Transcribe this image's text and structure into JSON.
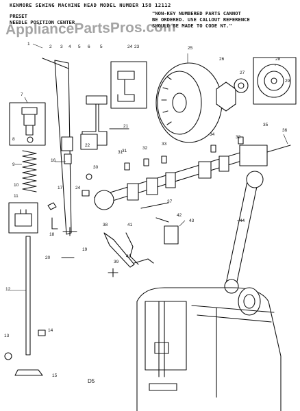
{
  "header": {
    "title": "KENMORE SEWING MACHINE HEAD  MODEL NUMBER 158 12112",
    "left_note_line1": "PRESET",
    "left_note_line2": "NEEDLE POSITION CENTER",
    "right_note_line1": "\"NON-KEY NUMBERED PARTS CANNOT",
    "right_note_line2": "BE ORDERED. USE CALLOUT REFERENCE",
    "right_note_line3": "SHOULD BE MADE TO CODE NT.\""
  },
  "watermark": "AppliancePartsPros.com",
  "page_code": "D5",
  "callouts": [
    "1",
    "2",
    "3",
    "4",
    "5",
    "6",
    "5",
    "7",
    "8",
    "9",
    "10",
    "11",
    "12",
    "13",
    "14",
    "15",
    "16",
    "17",
    "18",
    "19",
    "20",
    "21",
    "22",
    "23",
    "24",
    "25",
    "26",
    "27",
    "28",
    "29",
    "30",
    "31",
    "32",
    "33",
    "34",
    "35",
    "36",
    "37",
    "38",
    "39",
    "40",
    "41",
    "42",
    "43",
    "44",
    "31",
    "32",
    "24"
  ]
}
